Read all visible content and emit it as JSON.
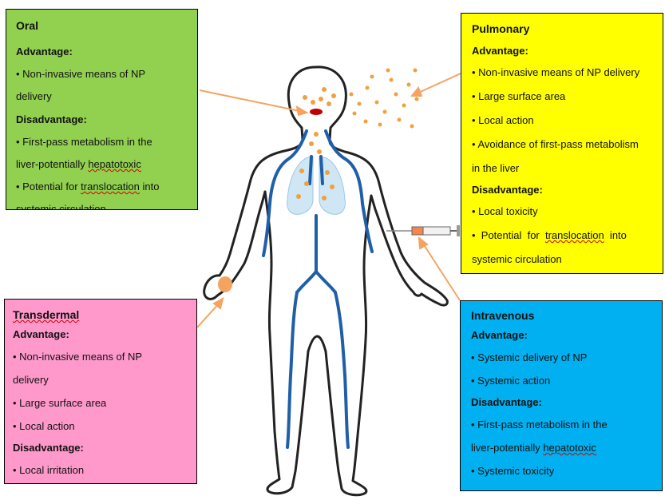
{
  "colors": {
    "oral": "#92d050",
    "pulmonary": "#ffff00",
    "transdermal": "#ff99cc",
    "intravenous": "#00b0f0",
    "arrow": "#f4a460",
    "vessel": "#1f5fa8",
    "particle": "#f0a040"
  },
  "oral": {
    "title": "Oral",
    "advantage_label": "Advantage:",
    "advantages": [
      "• Non-invasive means of NP",
      "delivery"
    ],
    "disadvantage_label": "Disadvantage:",
    "disadvantages": [
      "• First-pass metabolism in the",
      "liver-potentially ",
      "hepatotoxic",
      "• Potential for ",
      "translocation",
      " into",
      "systemic circulation"
    ]
  },
  "pulmonary": {
    "title": "Pulmonary",
    "advantage_label": "Advantage:",
    "advantages": [
      "• Non-invasive means of NP delivery",
      "• Large surface area",
      "• Local action",
      "• Avoidance of first-pass metabolism",
      "in the liver"
    ],
    "disadvantage_label": "Disadvantage:",
    "disadvantages": [
      "• Local toxicity",
      "•  Potential  for  ",
      "translocation",
      "  into",
      "systemic circulation"
    ]
  },
  "transdermal": {
    "title": "Transdermal",
    "advantage_label": "Advantage:",
    "advantages": [
      "• Non-invasive means of NP",
      "delivery",
      "• Large surface area",
      "• Local action"
    ],
    "disadvantage_label": "Disadvantage:",
    "disadvantages": [
      "• Local irritation"
    ]
  },
  "intravenous": {
    "title": "Intravenous",
    "advantage_label": "Advantage:",
    "advantages": [
      "• Systemic delivery of NP",
      "• Systemic action"
    ],
    "disadvantage_label": "Disadvantage:",
    "disadvantages": [
      "• First-pass metabolism in the",
      "liver-potentially ",
      "hepatotoxic",
      "• Systemic toxicity"
    ]
  }
}
